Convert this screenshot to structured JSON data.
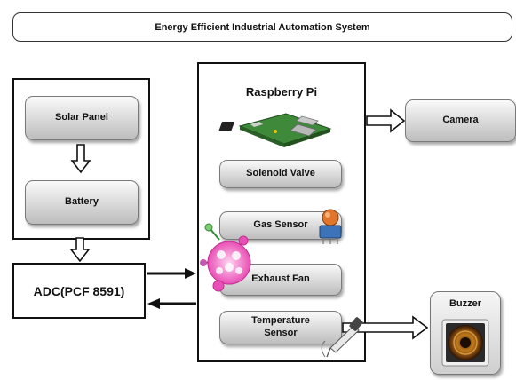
{
  "title": "Energy Efficient Industrial Automation System",
  "power": {
    "solar_panel": "Solar Panel",
    "battery": "Battery"
  },
  "adc": "ADC(PCF 8591)",
  "raspberry_pi": {
    "title": "Raspberry Pi",
    "modules": {
      "solenoid_valve": "Solenoid Valve",
      "gas_sensor": "Gas Sensor",
      "exhaust_fan": "Exhaust Fan",
      "temperature_line1": "Temperature",
      "temperature_line2": "Sensor"
    }
  },
  "camera": "Camera",
  "buzzer": "Buzzer",
  "icons": [
    "raspberry-pi-board-icon",
    "gas-sensor-icon",
    "gas-molecule-icon",
    "temperature-probe-icon",
    "speaker-icon"
  ],
  "colors": {
    "box_border": "#7a7a7a",
    "box_gradient_top": "#fafafa",
    "box_gradient_bottom": "#bdbdbd",
    "arrow": "#111111"
  }
}
